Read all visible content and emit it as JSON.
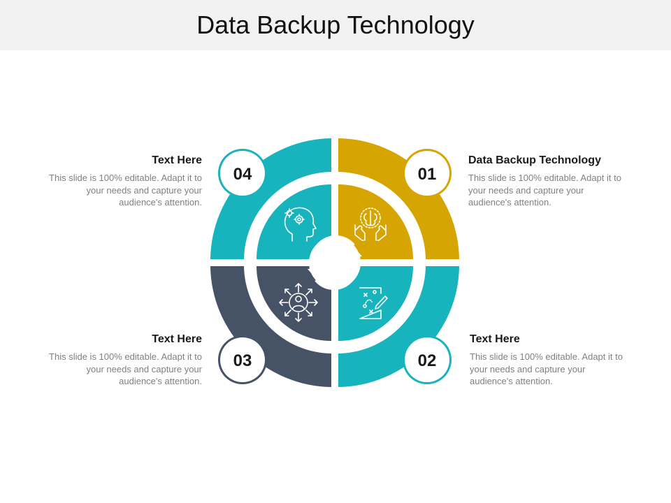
{
  "title": "Data Backup Technology",
  "colors": {
    "gold": "#d6a502",
    "teal": "#17b4be",
    "slate": "#465366",
    "background": "#ffffff",
    "title_bar": "#f2f2f2"
  },
  "segments": [
    {
      "number": "01",
      "heading": "Data Backup Technology",
      "body": "This slide is 100% editable. Adapt it to your needs and capture your audience's attention.",
      "color": "#d6a502",
      "icon": "brain-in-hands-icon"
    },
    {
      "number": "02",
      "heading": "Text Here",
      "body": "This slide is 100% editable. Adapt it to your needs and capture your audience's attention.",
      "color": "#17b4be",
      "icon": "strategy-plan-icon"
    },
    {
      "number": "03",
      "heading": "Text Here",
      "body": "This slide is 100% editable. Adapt it to your needs and capture your audience's attention.",
      "color": "#465366",
      "icon": "user-network-icon"
    },
    {
      "number": "04",
      "heading": "Text Here",
      "body": "This slide is 100% editable. Adapt it to your needs and capture your audience's attention.",
      "color": "#17b4be",
      "icon": "head-gears-icon"
    }
  ],
  "center_icon": "refresh-cycle-icon"
}
